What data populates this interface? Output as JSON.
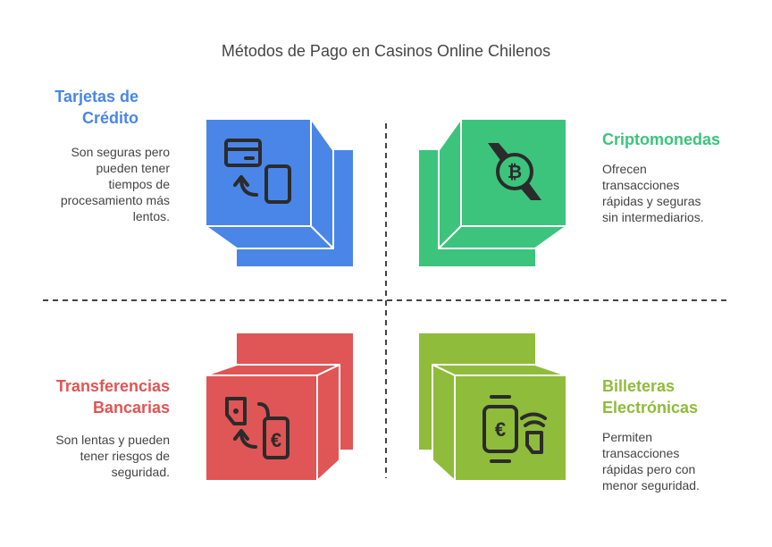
{
  "title": "Métodos de Pago en Casinos Online Chilenos",
  "quadrants": [
    {
      "heading": "Tarjetas de Crédito",
      "heading_lines": [
        "Tarjetas de",
        "Crédito"
      ],
      "description_lines": [
        "Son seguras pero",
        "pueden tener",
        "tiempos de",
        "procesamiento más",
        "lentos."
      ],
      "color": "#4a86e8",
      "icon": "credit-card-to-phone-icon"
    },
    {
      "heading": "Criptomonedas",
      "heading_lines": [
        "Criptomonedas"
      ],
      "description_lines": [
        "Ofrecen",
        "transacciones",
        "rápidas y seguras",
        "sin intermediarios."
      ],
      "color": "#3cc47c",
      "icon": "bitcoin-exchange-icon"
    },
    {
      "heading": "Transferencias Bancarias",
      "heading_lines": [
        "Transferencias",
        "Bancarias"
      ],
      "description_lines": [
        "Son lentas y pueden",
        "tener riesgos de",
        "seguridad."
      ],
      "color": "#e05555",
      "icon": "bank-transfer-euro-icon"
    },
    {
      "heading": "Billeteras Electrónicas",
      "heading_lines": [
        "Billeteras",
        "Electrónicas"
      ],
      "description_lines": [
        "Permiten",
        "transacciones",
        "rápidas pero con",
        "menor seguridad."
      ],
      "color": "#8fbc3a",
      "icon": "smartwatch-euro-wallet-icon"
    }
  ]
}
